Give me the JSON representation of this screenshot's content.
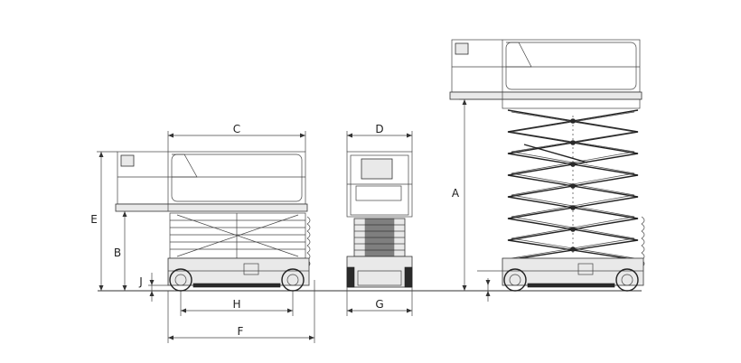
{
  "diagram": {
    "dimension_labels": {
      "A": "A",
      "B": "B",
      "C": "C",
      "D": "D",
      "E": "E",
      "F": "F",
      "G": "G",
      "H": "H",
      "J": "J"
    },
    "views": [
      "side-view-stowed",
      "rear-view-stowed",
      "side-view-elevated"
    ],
    "line_color": "#333333",
    "background": "#ffffff"
  }
}
